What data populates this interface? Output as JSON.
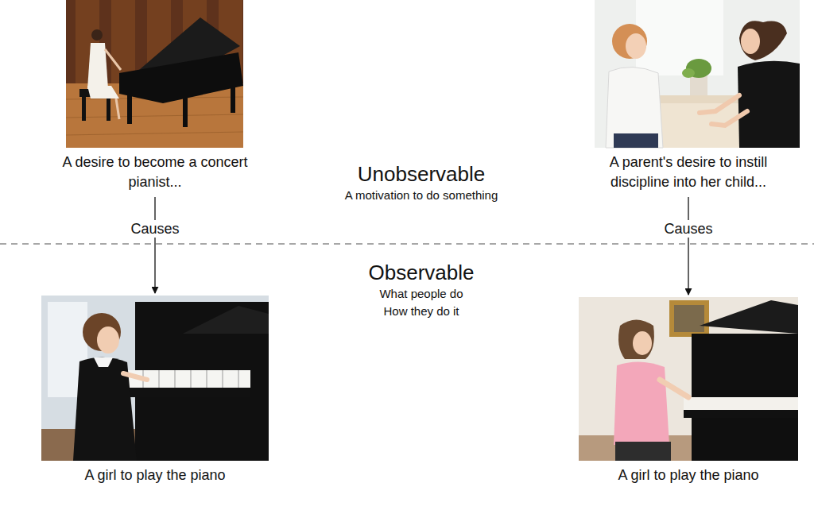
{
  "diagram": {
    "nodes": [
      {
        "text": [
          "A desire to become a concert pianist..."
        ]
      },
      {
        "text": [
          "A parent's desire to instill discipline into her child..."
        ]
      },
      {
        "text": [
          "A girl to play the piano"
        ]
      },
      {
        "text": [
          "A girl to play the piano"
        ]
      }
    ],
    "edges": [
      {
        "from": 0,
        "to": 2,
        "label": "Causes",
        "arrow": "to"
      },
      {
        "from": 1,
        "to": 3,
        "label": "Causes",
        "arrow": "to"
      }
    ],
    "labels": [
      "Unobservable",
      "A motivation to do something",
      "Observable",
      "What people do",
      "How they do it"
    ]
  }
}
